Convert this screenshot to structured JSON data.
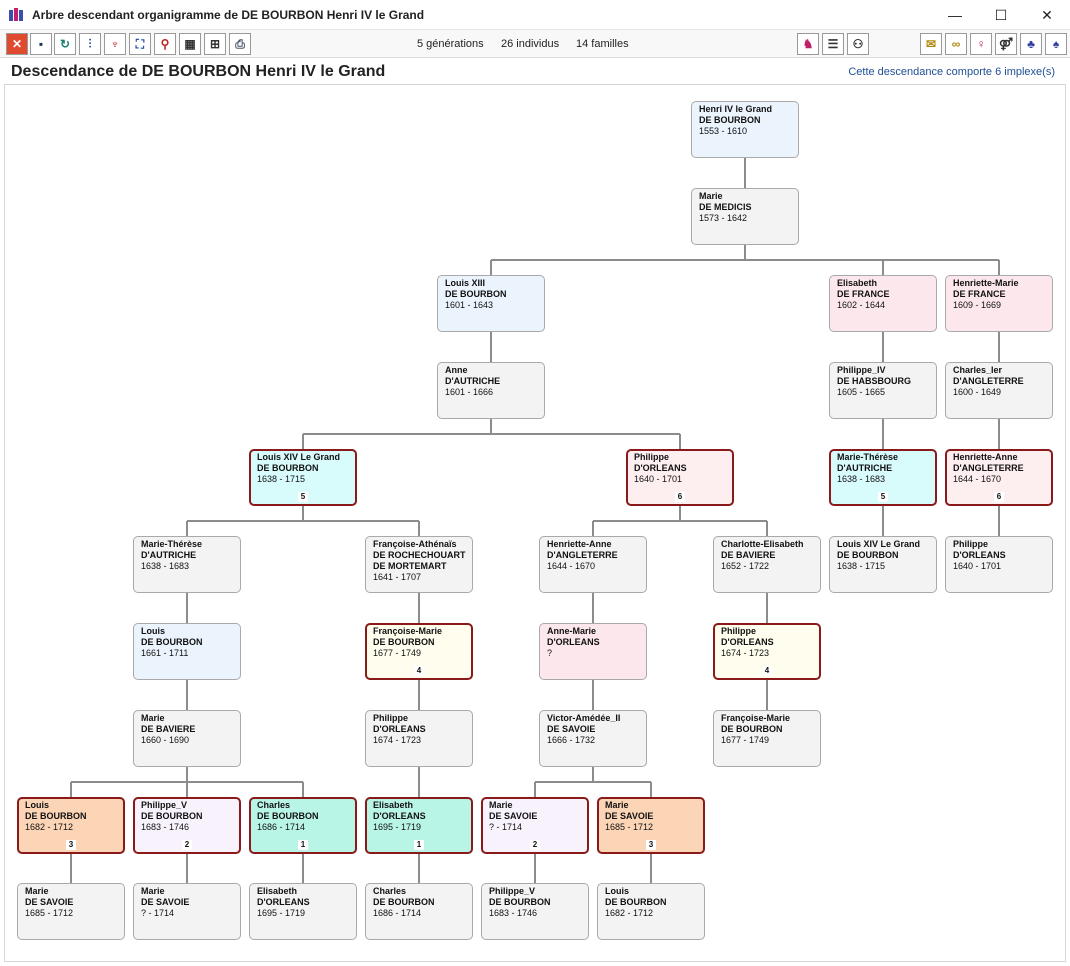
{
  "window": {
    "title": "Arbre descendant organigramme de DE BOURBON Henri IV le Grand",
    "minimize": "—",
    "maximize": "☐",
    "close": "✕"
  },
  "toolbar": {
    "buttons": [
      {
        "name": "close-tree-button",
        "glyph": "✕",
        "color": "#ffffff",
        "bg": "#e04a2f"
      },
      {
        "name": "save-icon",
        "glyph": "▪",
        "color": "#223355",
        "bg": "#ffffff"
      },
      {
        "name": "refresh-icon",
        "glyph": "↻",
        "color": "#1a7f6e",
        "bg": "#ffffff"
      },
      {
        "name": "settings-sliders-icon",
        "glyph": "⫶",
        "color": "#2048a0",
        "bg": "#ffffff"
      },
      {
        "name": "bird-icon",
        "glyph": "♆",
        "color": "#c0202a",
        "bg": "#ffffff"
      },
      {
        "name": "fit-screen-icon",
        "glyph": "⛶",
        "color": "#2048a0",
        "bg": "#ffffff"
      },
      {
        "name": "zoom-icon",
        "glyph": "⚲",
        "color": "#c02020",
        "bg": "#ffffff"
      },
      {
        "name": "film-icon",
        "glyph": "▦",
        "color": "#333333",
        "bg": "#ffffff"
      },
      {
        "name": "grid-icon",
        "glyph": "⊞",
        "color": "#333333",
        "bg": "#ffffff"
      },
      {
        "name": "print-icon",
        "glyph": "⎙",
        "color": "#445566",
        "bg": "#ffffff"
      }
    ],
    "right_buttons": [
      {
        "name": "family-icon",
        "glyph": "♞",
        "color": "#c0206a",
        "bg": "#ffffff"
      },
      {
        "name": "list-icon",
        "glyph": "☰",
        "color": "#333333",
        "bg": "#ffffff"
      },
      {
        "name": "person-icon",
        "glyph": "⚇",
        "color": "#333333",
        "bg": "#ffffff"
      },
      {
        "name": "card-icon",
        "glyph": "✉",
        "color": "#b08a10",
        "bg": "#ffffff"
      },
      {
        "name": "rings-icon",
        "glyph": "∞",
        "color": "#b08a10",
        "bg": "#ffffff"
      },
      {
        "name": "female-icon",
        "glyph": "♀",
        "color": "#c0206a",
        "bg": "#ffffff"
      },
      {
        "name": "couple-icon",
        "glyph": "⚤",
        "color": "#333333",
        "bg": "#ffffff"
      },
      {
        "name": "group-icon",
        "glyph": "♣",
        "color": "#3040a0",
        "bg": "#ffffff"
      },
      {
        "name": "people-icon",
        "glyph": "♠",
        "color": "#3040a0",
        "bg": "#ffffff"
      }
    ],
    "stats": {
      "generations": "5 générations",
      "individuals": "26 individus",
      "families": "14 familles"
    }
  },
  "heading": "Descendance de DE BOURBON Henri IV le Grand",
  "implexe_link": "Cette descendance comporte 6 implexe(s)",
  "colors": {
    "male": "#ebf4fd",
    "spouse": "#f3f3f3",
    "female": "#fce8ec",
    "cyan": "#d8fbfc",
    "rose": "#fdeef0",
    "yellow": "#fefdee",
    "orange": "#fcd4b6",
    "lavender": "#f8f2fd",
    "mint": "#b9f5e7",
    "highlight": "#8a1a1a"
  },
  "tree": {
    "nodes": [
      {
        "id": "henri4",
        "l1": "Henri IV le Grand",
        "l2": "DE BOURBON",
        "l3": "1553 - 1610",
        "badge": "",
        "color": "male"
      },
      {
        "id": "medicis",
        "l1": "Marie",
        "l2": "DE MEDICIS",
        "l3": "1573 - 1642",
        "badge": "",
        "color": "spouse"
      },
      {
        "id": "louis13",
        "l1": "Louis XIII",
        "l2": "DE BOURBON",
        "l3": "1601 - 1643",
        "badge": "",
        "color": "male"
      },
      {
        "id": "elisabeth_f",
        "l1": "Elisabeth",
        "l2": "DE FRANCE",
        "l3": "1602 - 1644",
        "badge": "",
        "color": "female"
      },
      {
        "id": "henriette_f",
        "l1": "Henriette-Marie",
        "l2": "DE FRANCE",
        "l3": "1609 - 1669",
        "badge": "",
        "color": "female"
      },
      {
        "id": "anne_a",
        "l1": "Anne",
        "l2": "D'AUTRICHE",
        "l3": "1601 - 1666",
        "badge": "",
        "color": "spouse"
      },
      {
        "id": "philippe4",
        "l1": "Philippe_IV",
        "l2": "DE HABSBOURG",
        "l3": "1605 - 1665",
        "badge": "",
        "color": "spouse"
      },
      {
        "id": "charles1",
        "l1": "Charles_Ier",
        "l2": "D'ANGLETERRE",
        "l3": "1600 - 1649",
        "badge": "",
        "color": "spouse"
      },
      {
        "id": "louis14",
        "l1": "Louis XIV Le Grand",
        "l2": "DE BOURBON",
        "l3": "1638 - 1715",
        "badge": "5",
        "color": "cyan",
        "hl": true
      },
      {
        "id": "philippe_o",
        "l1": "Philippe",
        "l2": "D'ORLEANS",
        "l3": "1640 - 1701",
        "badge": "6",
        "color": "rose",
        "hl": true
      },
      {
        "id": "mt_a",
        "l1": "Marie-Thérèse",
        "l2": "D'AUTRICHE",
        "l3": "1638 - 1683",
        "badge": "5",
        "color": "cyan",
        "hl": true
      },
      {
        "id": "ha_a",
        "l1": "Henriette-Anne",
        "l2": "D'ANGLETERRE",
        "l3": "1644 - 1670",
        "badge": "6",
        "color": "rose",
        "hl": true
      },
      {
        "id": "mt_a2",
        "l1": "Marie-Thérèse",
        "l2": "D'AUTRICHE",
        "l3": "1638 - 1683",
        "badge": "",
        "color": "spouse"
      },
      {
        "id": "fa_r",
        "l1": "Françoise-Athénaïs",
        "l2": "DE ROCHECHOUART",
        "l3": "DE MORTEMART",
        "l4": "1641 - 1707",
        "badge": "",
        "color": "spouse"
      },
      {
        "id": "ha_a2",
        "l1": "Henriette-Anne",
        "l2": "D'ANGLETERRE",
        "l3": "1644 - 1670",
        "badge": "",
        "color": "spouse"
      },
      {
        "id": "ce_b",
        "l1": "Charlotte-Elisabeth",
        "l2": "DE BAVIERE",
        "l3": "1652 - 1722",
        "badge": "",
        "color": "spouse"
      },
      {
        "id": "louis14_2",
        "l1": "Louis XIV Le Grand",
        "l2": "DE BOURBON",
        "l3": "1638 - 1715",
        "badge": "",
        "color": "spouse"
      },
      {
        "id": "philippe_o2",
        "l1": "Philippe",
        "l2": "D'ORLEANS",
        "l3": "1640 - 1701",
        "badge": "",
        "color": "spouse"
      },
      {
        "id": "louis_gd",
        "l1": "Louis",
        "l2": "DE BOURBON",
        "l3": "1661 - 1711",
        "badge": "",
        "color": "male"
      },
      {
        "id": "fm_b",
        "l1": "Françoise-Marie",
        "l2": "DE BOURBON",
        "l3": "1677 - 1749",
        "badge": "4",
        "color": "yellow",
        "hl": true
      },
      {
        "id": "am_o",
        "l1": "Anne-Marie",
        "l2": "D'ORLEANS",
        "l3": "?",
        "badge": "",
        "color": "female"
      },
      {
        "id": "philippe_o3",
        "l1": "Philippe",
        "l2": "D'ORLEANS",
        "l3": "1674 - 1723",
        "badge": "4",
        "color": "yellow",
        "hl": true
      },
      {
        "id": "marie_b",
        "l1": "Marie",
        "l2": "DE BAVIERE",
        "l3": "1660 - 1690",
        "badge": "",
        "color": "spouse"
      },
      {
        "id": "philippe_o4",
        "l1": "Philippe",
        "l2": "D'ORLEANS",
        "l3": "1674 - 1723",
        "badge": "",
        "color": "spouse"
      },
      {
        "id": "va_s",
        "l1": "Victor-Amédée_II",
        "l2": "DE SAVOIE",
        "l3": "1666 - 1732",
        "badge": "",
        "color": "spouse"
      },
      {
        "id": "fm_b2",
        "l1": "Françoise-Marie",
        "l2": "DE BOURBON",
        "l3": "1677 - 1749",
        "badge": "",
        "color": "spouse"
      },
      {
        "id": "louis_b2",
        "l1": "Louis",
        "l2": "DE BOURBON",
        "l3": "1682 - 1712",
        "badge": "3",
        "color": "orange",
        "hl": true
      },
      {
        "id": "philippe5",
        "l1": "Philippe_V",
        "l2": "DE BOURBON",
        "l3": "1683 - 1746",
        "badge": "2",
        "color": "lavender",
        "hl": true
      },
      {
        "id": "charles_b",
        "l1": "Charles",
        "l2": "DE BOURBON",
        "l3": "1686 - 1714",
        "badge": "1",
        "color": "mint",
        "hl": true
      },
      {
        "id": "elisabeth_o",
        "l1": "Elisabeth",
        "l2": "D'ORLEANS",
        "l3": "1695 - 1719",
        "badge": "1",
        "color": "mint",
        "hl": true
      },
      {
        "id": "marie_s1",
        "l1": "Marie",
        "l2": "DE SAVOIE",
        "l3": "?   - 1714",
        "badge": "2",
        "color": "lavender",
        "hl": true
      },
      {
        "id": "marie_s2",
        "l1": "Marie",
        "l2": "DE SAVOIE",
        "l3": "1685 - 1712",
        "badge": "3",
        "color": "orange",
        "hl": true
      },
      {
        "id": "marie_s3",
        "l1": "Marie",
        "l2": "DE SAVOIE",
        "l3": "1685 - 1712",
        "badge": "",
        "color": "spouse"
      },
      {
        "id": "marie_s4",
        "l1": "Marie",
        "l2": "DE SAVOIE",
        "l3": "?   - 1714",
        "badge": "",
        "color": "spouse"
      },
      {
        "id": "elisabeth_o2",
        "l1": "Elisabeth",
        "l2": "D'ORLEANS",
        "l3": "1695 - 1719",
        "badge": "",
        "color": "spouse"
      },
      {
        "id": "charles_b2",
        "l1": "Charles",
        "l2": "DE BOURBON",
        "l3": "1686 - 1714",
        "badge": "",
        "color": "spouse"
      },
      {
        "id": "philippe5_2",
        "l1": "Philippe_V",
        "l2": "DE BOURBON",
        "l3": "1683 - 1746",
        "badge": "",
        "color": "spouse"
      },
      {
        "id": "louis_b3",
        "l1": "Louis",
        "l2": "DE BOURBON",
        "l3": "1682 - 1712",
        "badge": "",
        "color": "spouse"
      }
    ]
  }
}
